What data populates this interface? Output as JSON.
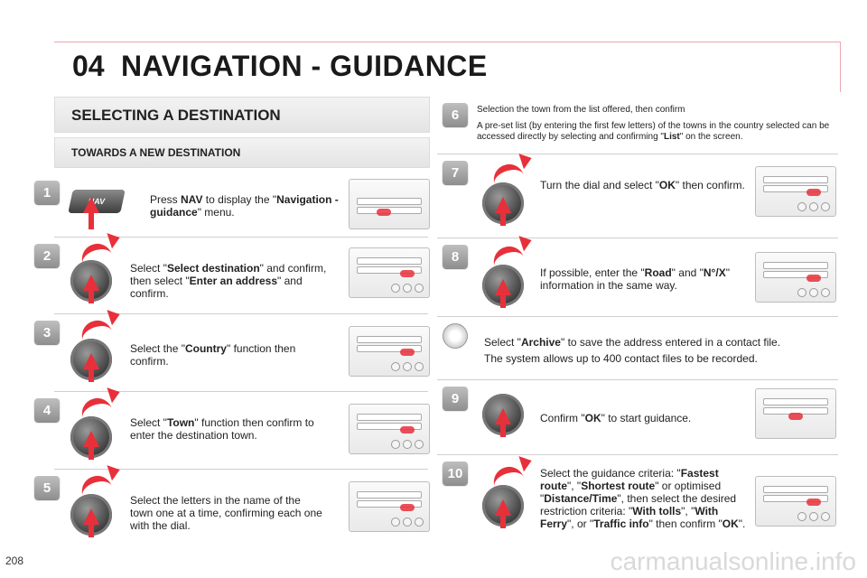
{
  "header": {
    "chapter": "04",
    "title": "NAVIGATION - GUIDANCE"
  },
  "section": {
    "title": "SELECTING A DESTINATION",
    "subtitle": "TOWARDS A NEW DESTINATION"
  },
  "steps_left": [
    {
      "number": "1",
      "button_label": "NAV",
      "text_parts": [
        "Press ",
        "NAV",
        " to display the \"",
        "Navigation - guidance",
        "\" menu."
      ]
    },
    {
      "number": "2",
      "text_parts": [
        "Select \"",
        "Select destination",
        "\" and confirm, then select \"",
        "Enter an address",
        "\" and confirm."
      ]
    },
    {
      "number": "3",
      "text_parts": [
        "Select the \"",
        "Country",
        "\" function then confirm."
      ]
    },
    {
      "number": "4",
      "text_parts": [
        "Select \"",
        "Town",
        "\" function then confirm to enter the destination town."
      ]
    },
    {
      "number": "5",
      "text": "Select the letters in the name of the town one at a time, confirming each one with the dial."
    }
  ],
  "steps_right": {
    "s6": {
      "number": "6",
      "line1": "Selection the town from the list offered, then confirm",
      "line2_parts": [
        "A pre-set list (by entering the first few letters) of the towns in the country selected can be accessed directly by selecting and confirming \"",
        "List",
        "\" on the screen."
      ]
    },
    "s7": {
      "number": "7",
      "text_parts": [
        "Turn the dial and select \"",
        "OK",
        "\" then confirm."
      ]
    },
    "s8": {
      "number": "8",
      "text_parts": [
        "If possible, enter the \"",
        "Road",
        "\" and \"",
        "N°/X",
        "\" information in the same way."
      ]
    },
    "tip": {
      "text_parts": [
        "Select \"",
        "Archive",
        "\" to save the address entered in a contact file."
      ],
      "line2": "The system allows up to 400 contact files to be recorded."
    },
    "s9": {
      "number": "9",
      "text_parts": [
        "Confirm \"",
        "OK",
        "\" to start guidance."
      ]
    },
    "s10": {
      "number": "10",
      "text_parts": [
        "Select the guidance criteria: \"",
        "Fastest route",
        "\", \"",
        "Shortest route",
        "\" or optimised \"",
        "Distance/Time",
        "\", then select the desired restriction criteria: \"",
        "With tolls",
        "\", \"",
        "With Ferry",
        "\", or \"",
        "Traffic info",
        "\" then confirm \"",
        "OK",
        "\"."
      ]
    }
  },
  "footer": {
    "page_number": "208",
    "watermark": "carmanualsonline.info"
  },
  "colors": {
    "accent": "#e8303a",
    "badge": "#9a9a9a"
  }
}
